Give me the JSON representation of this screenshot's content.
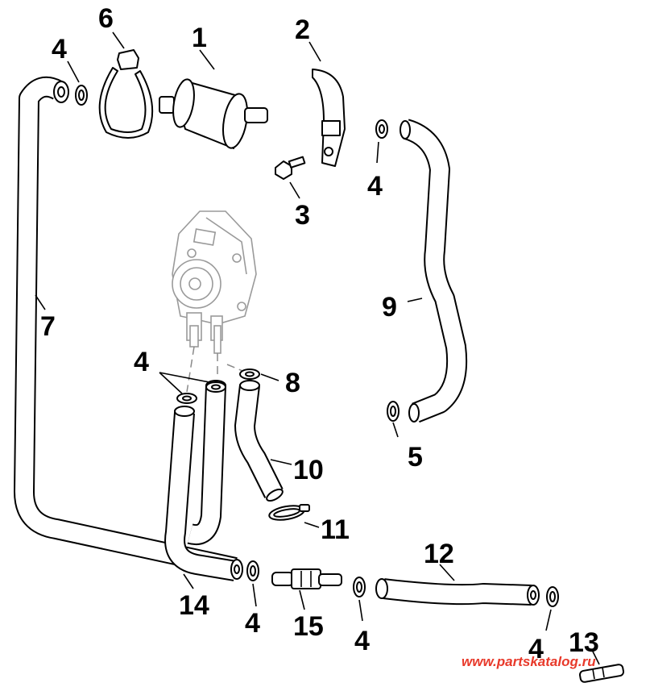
{
  "callouts": {
    "c1": "1",
    "c2": "2",
    "c3": "3",
    "c4a": "4",
    "c4b": "4",
    "c4c": "4",
    "c4d": "4",
    "c4e": "4",
    "c4f": "4",
    "c5": "5",
    "c6": "6",
    "c7": "7",
    "c8": "8",
    "c9": "9",
    "c10": "10",
    "c11": "11",
    "c12": "12",
    "c13": "13",
    "c14": "14",
    "c15": "15"
  },
  "watermark": "www.partskatalog.ru",
  "colors": {
    "ink": "#000000",
    "ghost": "#9a9a9a",
    "watermark": "#e8392a"
  }
}
